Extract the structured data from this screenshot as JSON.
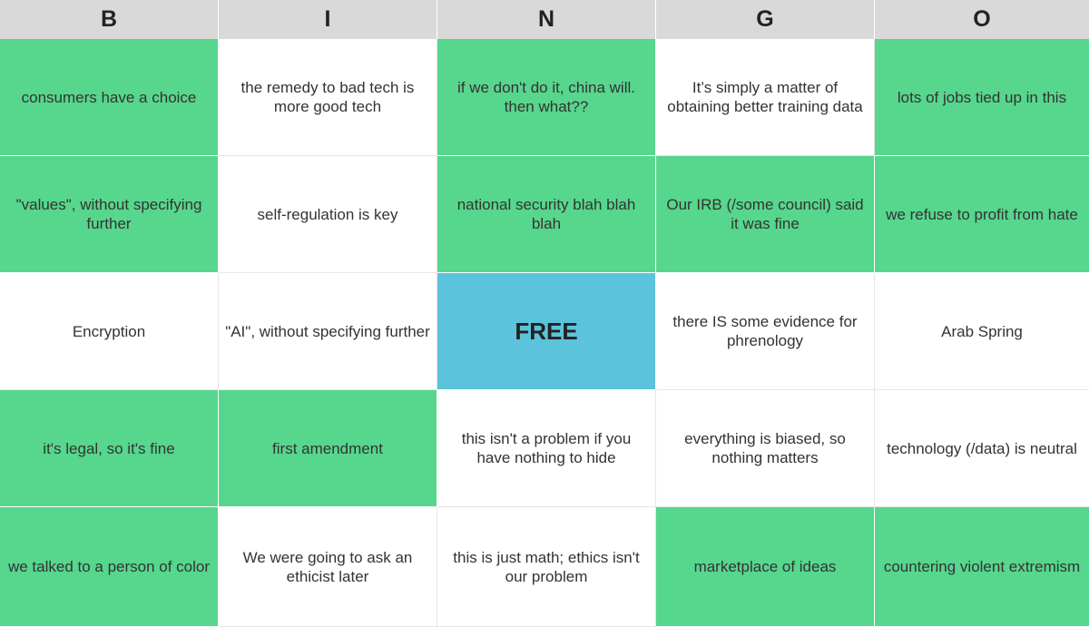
{
  "colors": {
    "header_bg": "#d9d9d9",
    "marked": "#57d68d",
    "unmarked": "#ffffff",
    "free": "#5bc3dc"
  },
  "headers": [
    "B",
    "I",
    "N",
    "G",
    "O"
  ],
  "rows": [
    [
      {
        "text": "consumers have a choice",
        "marked": true
      },
      {
        "text": "the remedy to bad tech is more good tech",
        "marked": false
      },
      {
        "text": "if we don't do it, china will. then what??",
        "marked": true
      },
      {
        "text": "It’s simply a matter of obtaining better training data",
        "marked": false
      },
      {
        "text": "lots of jobs tied up in this",
        "marked": true
      }
    ],
    [
      {
        "text": "\"values\", without specifying further",
        "marked": true
      },
      {
        "text": "self-regulation is key",
        "marked": false
      },
      {
        "text": "national security blah blah blah",
        "marked": true
      },
      {
        "text": "Our IRB (/some council) said it was fine",
        "marked": true
      },
      {
        "text": "we refuse to profit from hate",
        "marked": true
      }
    ],
    [
      {
        "text": "Encryption",
        "marked": false
      },
      {
        "text": "\"AI\", without specifying further",
        "marked": false
      },
      {
        "text": "FREE",
        "marked": false,
        "free": true
      },
      {
        "text": "there IS some evidence for phrenology",
        "marked": false
      },
      {
        "text": "Arab Spring",
        "marked": false
      }
    ],
    [
      {
        "text": "it's legal, so it's fine",
        "marked": true
      },
      {
        "text": "first amendment",
        "marked": true
      },
      {
        "text": "this isn't a problem if you have nothing to hide",
        "marked": false
      },
      {
        "text": "everything is biased, so nothing matters",
        "marked": false
      },
      {
        "text": "technology (/data) is neutral",
        "marked": false
      }
    ],
    [
      {
        "text": "we talked to a person of color",
        "marked": true
      },
      {
        "text": "We were going to ask an ethicist later",
        "marked": false
      },
      {
        "text": "this is just math; ethics isn't our problem",
        "marked": false
      },
      {
        "text": "marketplace of ideas",
        "marked": true
      },
      {
        "text": "countering violent extremism",
        "marked": true
      }
    ]
  ]
}
